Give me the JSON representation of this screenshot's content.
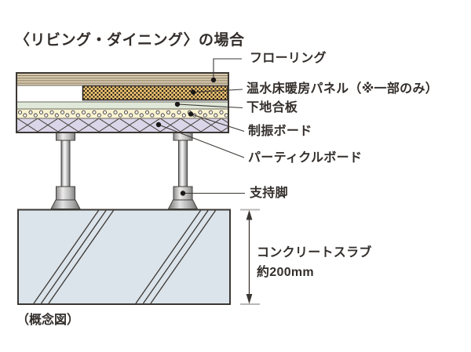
{
  "title": "〈リビング・ダイニング〉の場合",
  "caption": "（概念図）",
  "layers": {
    "flooring": "フローリング",
    "heating_panel": "温水床暖房パネル（※一部のみ）",
    "subfloor_plywood": "下地合板",
    "damping_board": "制振ボード",
    "particle_board": "パーティクルボード",
    "support_leg": "支持脚"
  },
  "slab": {
    "name": "コンクリートスラブ",
    "thickness": "約200mm"
  },
  "colors": {
    "flooring": "#d7c9ac",
    "flooring-line": "#8c7e67",
    "panel": "#edc26f",
    "plywood": "#dfe8d9",
    "damping": "#faf3d2",
    "particle": "#dad5e8",
    "slab": "#dbe4ea",
    "ink": "#3b3733",
    "separator": "#6e675f",
    "dot": "#1b1918",
    "tick": "#b8b8b8",
    "text": "#332e2b"
  }
}
